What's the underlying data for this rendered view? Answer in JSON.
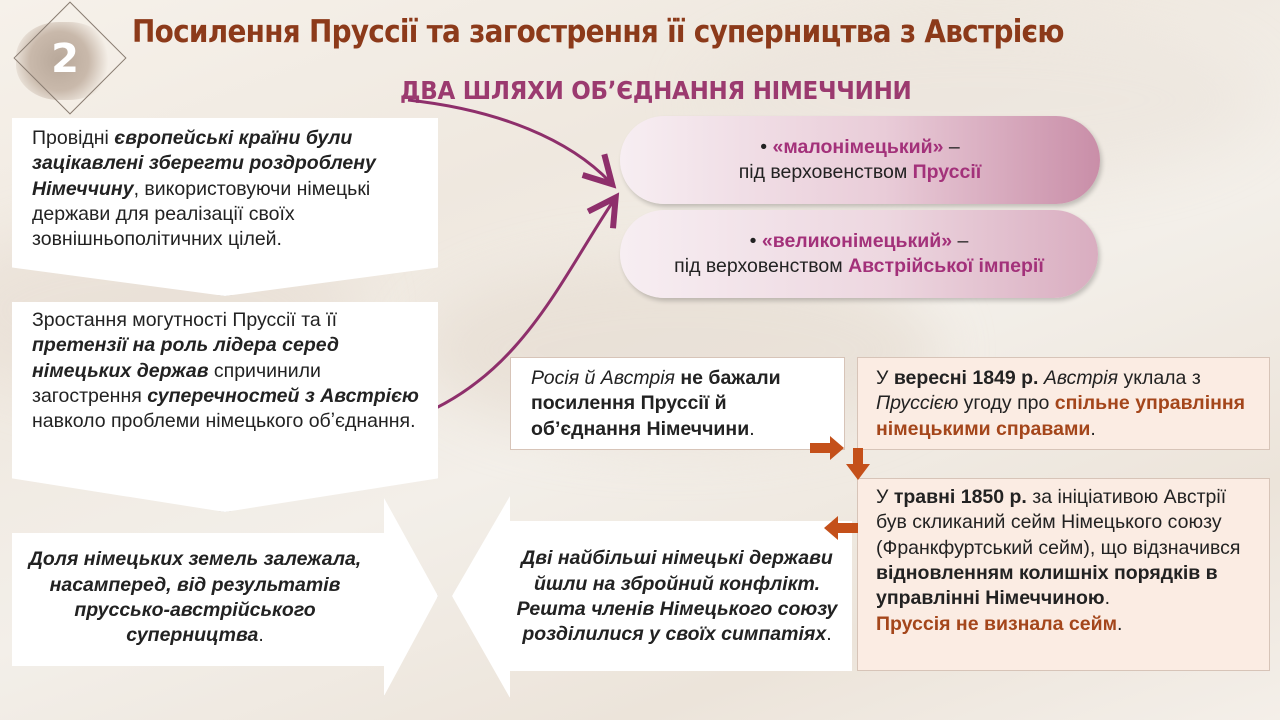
{
  "header": {
    "badge_number": "2",
    "title": "Посилення Пруссії та загострення її суперництва з Австрією",
    "subtitle": "ДВА ШЛЯХИ ОБʼЄДНАННЯ НІМЕЧЧИНИ"
  },
  "box1": {
    "t1": "Провідні ",
    "t2": "європейські країни були зацікавлені зберегти роздроблену Німеччину",
    "t3": ", використовуючи німецькі держави для реалізації своїх зовнішньополітичних цілей."
  },
  "box2": {
    "t1": "Зростання могутності Пруссії та її ",
    "t2": "претензії на роль лідера серед німецьких держав",
    "t3": " спричинили загострення ",
    "t4": "суперечностей з Австрією",
    "t5": " навколо проблеми німецького обʼєднання."
  },
  "box3": {
    "text": "Доля німецьких земель залежала, насамперед, від результатів прусcько-австрійського суперництва",
    "tail": "."
  },
  "box4": {
    "text": "Дві найбільші німецькі держави йшли на збройний конфлікт. Решта членів Німецького союзу розділилися у своїх симпатіях",
    "tail": "."
  },
  "pill1": {
    "bullet": "•",
    "quote": "«малонімецький»",
    "dash": " –",
    "prefix": "під верховенством ",
    "emph": "Пруссії"
  },
  "pill2": {
    "bullet": "•",
    "quote": "«великонімецький»",
    "dash": " –",
    "prefix": "під верховенством ",
    "emph": "Австрійської імперії"
  },
  "rbox1": {
    "t1": "Росія й Австрія",
    "t2": " не бажали посилення Пруссії й обʼєднання Німеччини",
    "t3": "."
  },
  "rbox2": {
    "t1": "У ",
    "t2": "вересні 1849 р.",
    "t3": " ",
    "t4": "Австрія",
    "t5": " уклала з ",
    "t6": "Пруссією",
    "t7": " угоду про ",
    "t8": "спільне управління німецькими справами",
    "t9": "."
  },
  "rbox3": {
    "t1": "У ",
    "t2": "травні 1850 р.",
    "t3": " за ініціативою Австрії був скликаний сейм Німецького союзу (Франкфуртський сейм), що відзначився ",
    "t4": "відновленням колишніх порядків в управлінні Німеччиною",
    "t5": ".",
    "t6": "Пруссія не визнала сейм",
    "t7": "."
  },
  "colors": {
    "title": "#8c3a1a",
    "subtitle": "#9b3a6f",
    "magenta": "#a3317a",
    "arrow": "#c4501a",
    "curve": "#8e2f6b"
  }
}
